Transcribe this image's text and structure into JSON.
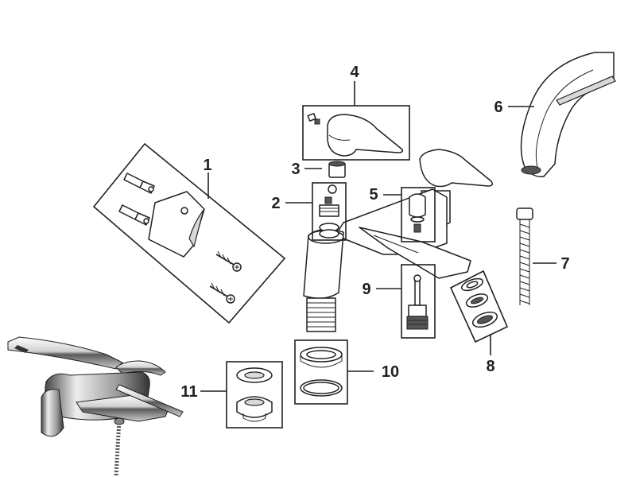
{
  "callouts": {
    "p1": "1",
    "p2": "2",
    "p3": "3",
    "p4": "4",
    "p5": "5",
    "p6": "6",
    "p7": "7",
    "p8": "8",
    "p9": "9",
    "p10": "10",
    "p11": "11"
  },
  "colors": {
    "line": "#231f20",
    "chrome_light": "#f2f2f2",
    "chrome_dark": "#3a3a3a"
  }
}
